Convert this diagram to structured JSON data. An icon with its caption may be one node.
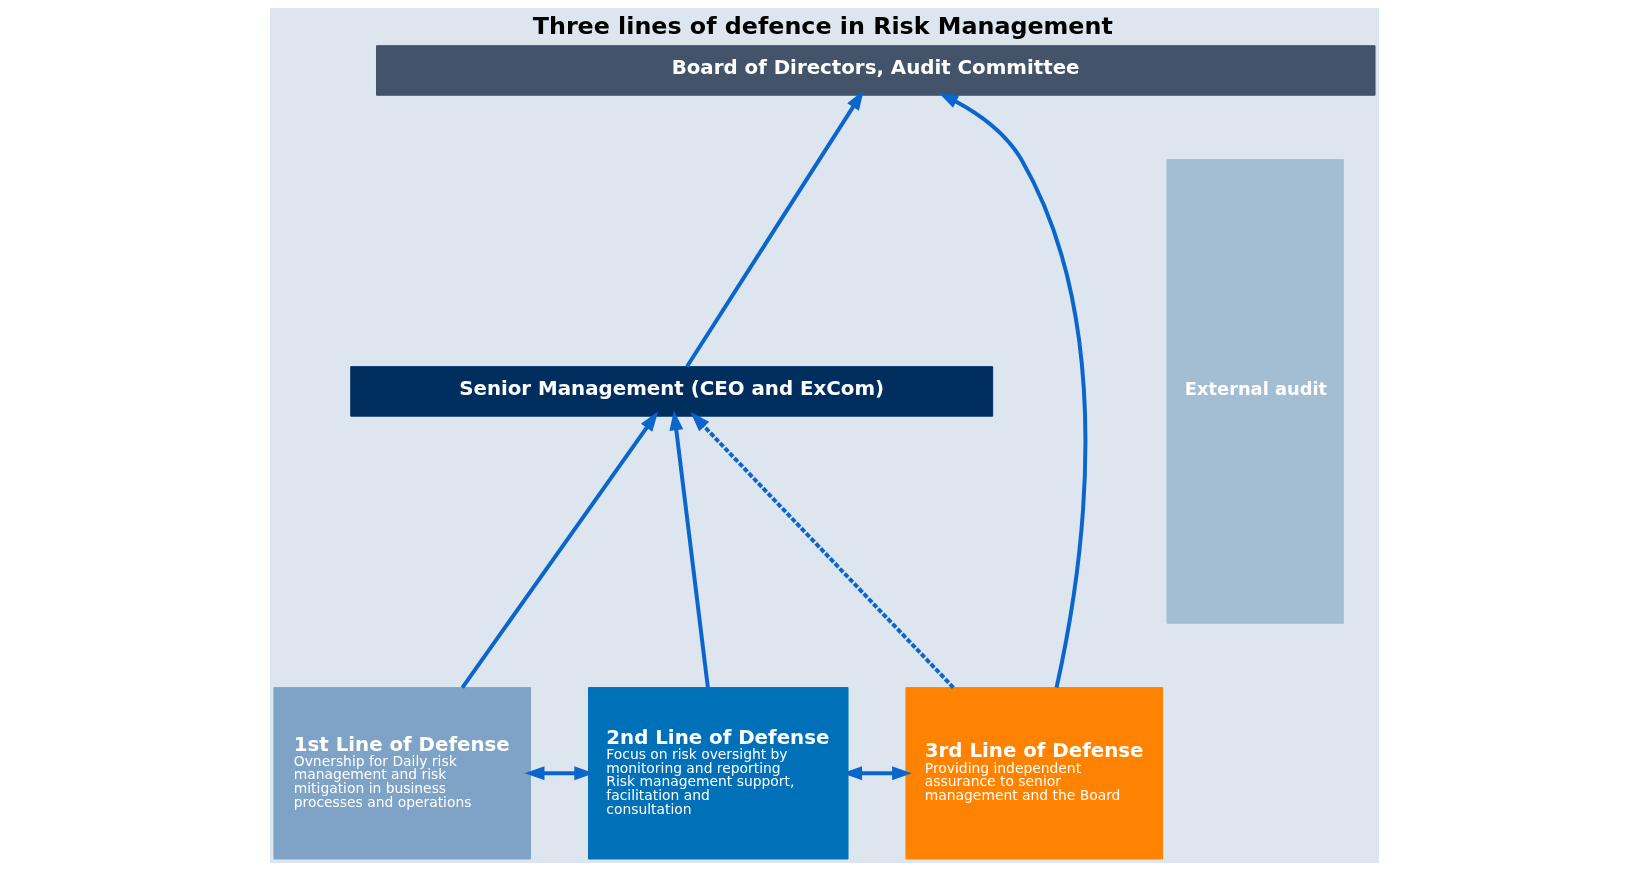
{
  "diagram": {
    "title": "Three lines of defence in Risk Management",
    "nodes": [
      {
        "text": [
          "Board of Directors, Audit Committee"
        ]
      },
      {
        "text": [
          "Senior Management (CEO and ExCom)"
        ]
      },
      {
        "text": [
          "1st Line of Defense",
          "Ovnership for Daily risk management and risk mitigation in business processes and operations"
        ]
      },
      {
        "text": [
          "2nd Line of Defense",
          "Focus on risk oversight by monitoring and reporting",
          "Risk management support, facilitation and consultation"
        ]
      },
      {
        "text": [
          "3rd Line of Defense",
          "Providing independent assurance to senior management and the Board"
        ]
      },
      {
        "text": [
          "External audit"
        ]
      }
    ],
    "edges": [
      {
        "from": 1,
        "to": 0,
        "arrow": "to"
      },
      {
        "from": 2,
        "to": 1,
        "arrow": "to"
      },
      {
        "from": 3,
        "to": 1,
        "arrow": "to"
      },
      {
        "from": 4,
        "to": 1,
        "arrow": "to",
        "style": "dashed"
      },
      {
        "from": 4,
        "to": 0,
        "arrow": "to"
      },
      {
        "from": 2,
        "to": 3,
        "arrow": "both"
      },
      {
        "from": 3,
        "to": 4,
        "arrow": "both"
      }
    ]
  }
}
